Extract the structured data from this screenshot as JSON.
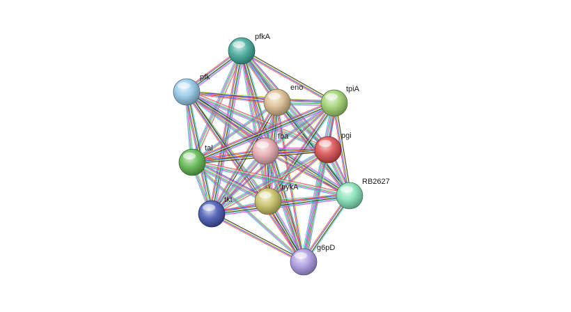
{
  "network": {
    "nodes": [
      {
        "id": "pfkA",
        "label": "pfkA",
        "color": "#3aa695"
      },
      {
        "id": "pfk",
        "label": "pfk",
        "color": "#8fc6e6"
      },
      {
        "id": "eno",
        "label": "eno",
        "color": "#d9b98a"
      },
      {
        "id": "tpiA",
        "label": "tpiA",
        "color": "#9bcf6a"
      },
      {
        "id": "fba",
        "label": "fba",
        "color": "#e6a7ad"
      },
      {
        "id": "pgi",
        "label": "pgi",
        "color": "#d94a4a"
      },
      {
        "id": "tal",
        "label": "tal",
        "color": "#5bb54a"
      },
      {
        "id": "pykA",
        "label": "pykA",
        "color": "#c6bd5e"
      },
      {
        "id": "RB2627",
        "label": "RB2627",
        "color": "#7ee0b4"
      },
      {
        "id": "tkt",
        "label": "tkt",
        "color": "#3f52b0"
      },
      {
        "id": "g6pD",
        "label": "g6pD",
        "color": "#a996e0"
      }
    ],
    "edge_colors": [
      "#3fbf3f",
      "#e040e0",
      "#39c0c0",
      "#222222",
      "#d9d94a",
      "#3355ee",
      "#ff4444",
      "#9fd7ef"
    ]
  }
}
